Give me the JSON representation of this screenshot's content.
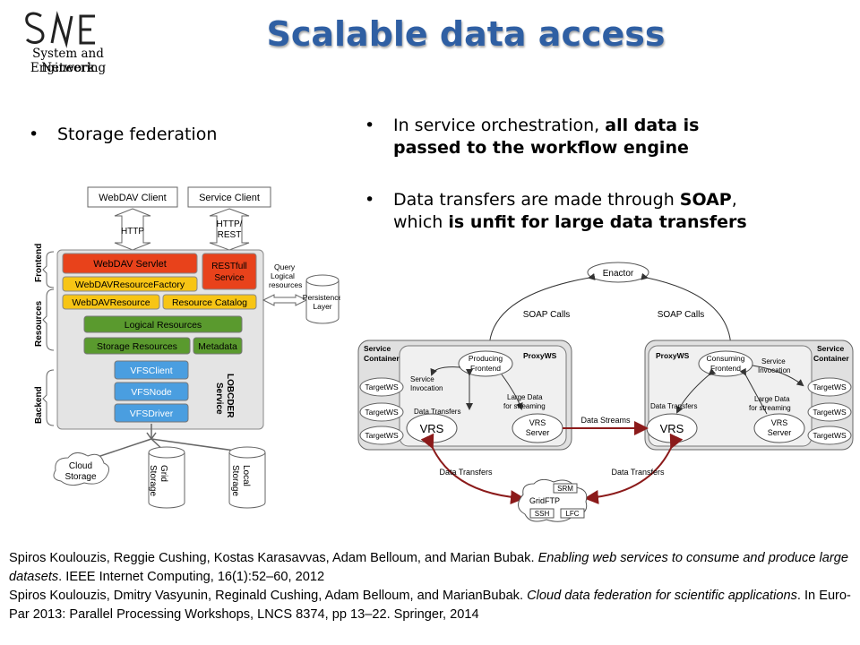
{
  "logo": {
    "mark": "SNE",
    "line1": "System and Network",
    "line2": "Engineering"
  },
  "title": "Scalable data access",
  "left_bullet": "Storage federation",
  "right_bullets": [
    {
      "pre": "In service orchestration, ",
      "bold": "all data is passed to the workflow engine",
      "post": ""
    },
    {
      "pre": "Data transfers are made through ",
      "bold": "SOAP",
      "mid": ", which ",
      "bold2": "is unfit for large data transfers"
    }
  ],
  "left_diagram": {
    "clients": [
      "WebDAV Client",
      "Service Client"
    ],
    "protocols": [
      "HTTP",
      "HTTP/",
      "REST"
    ],
    "sections": [
      "Frontend",
      "Resources",
      "Backend"
    ],
    "webdav_servlet": "WebDAV Servlet",
    "restful": [
      "RESTfull",
      "Service"
    ],
    "resource_factory": "WebDAVResourceFactory",
    "webdav_resource": "WebDAVResource",
    "resource_catalog": "Resource Catalog",
    "logical_resources": "Logical Resources",
    "storage_resources": "Storage Resources",
    "metadata": "Metadata",
    "vfs": [
      "VFSClient",
      "VFSNode",
      "VFSDriver"
    ],
    "service_label": [
      "LOBCDER",
      "Service"
    ],
    "query": [
      "Query",
      "Logical",
      "resources"
    ],
    "persistence": [
      "Persistence",
      "Layer"
    ],
    "storages": {
      "cloud": [
        "Cloud",
        "Storage"
      ],
      "grid": [
        "Grid",
        "Storage"
      ],
      "local": [
        "Local",
        "Storage"
      ]
    },
    "colors": {
      "red": "#e8421b",
      "yellow": "#f7c515",
      "green": "#5a9a2e",
      "blue": "#4a9ee0"
    }
  },
  "right_diagram": {
    "enactor": "Enactor",
    "soap_calls": "SOAP Calls",
    "service_container": [
      "Service",
      "Container"
    ],
    "proxyws": "ProxyWS",
    "producing": [
      "Producing",
      "Frontend"
    ],
    "consuming": [
      "Consuming",
      "Frontend"
    ],
    "invocation": [
      "Service",
      "Invocation"
    ],
    "targetws": "TargetWS",
    "data_transfers": "Data Transfers",
    "large_data": [
      "Large Data",
      "for streaming"
    ],
    "vrs": "VRS",
    "vrs_server": [
      "VRS",
      "Server"
    ],
    "data_streams": "Data Streams",
    "cloud_items": [
      "SRM",
      "GridFTP",
      "SSH",
      "LFC"
    ],
    "colors": {
      "arrow": "#8b1a1a"
    }
  },
  "references": [
    {
      "authors": "Spiros Koulouzis, Reggie Cushing, Kostas Karasavvas, Adam Belloum, and Marian Bubak. ",
      "title": "Enabling web services to consume and produce large datasets",
      "rest": ". IEEE Internet Computing, 16(1):52–60, 2012"
    },
    {
      "authors": "Spiros Koulouzis, Dmitry Vasyunin, Reginald Cushing, Adam Belloum, and MarianBubak. ",
      "title": "Cloud data federation for scientific applications",
      "rest": ". In Euro-Par 2013: Parallel Processing Workshops, LNCS 8374, pp 13–22. Springer, 2014"
    }
  ]
}
